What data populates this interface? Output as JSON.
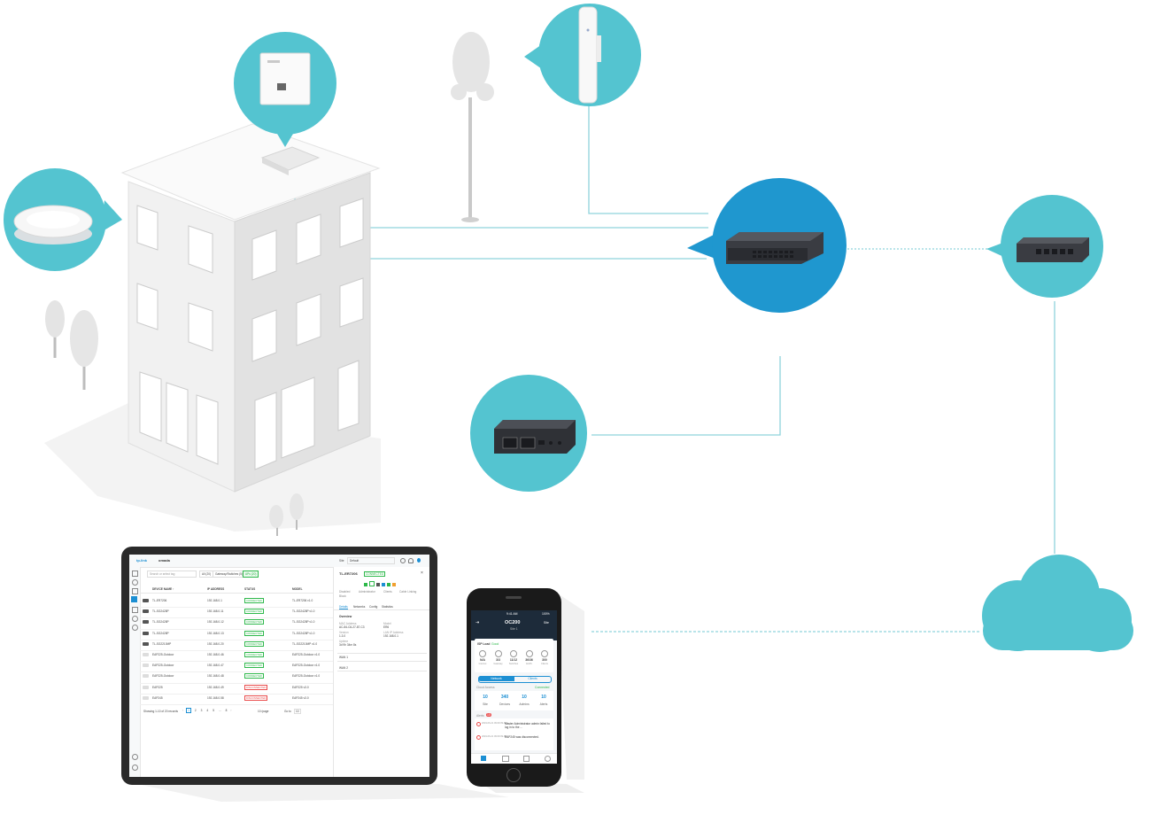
{
  "colors": {
    "bubble": "#54C4D0",
    "bubble_accent": "#1F97CF",
    "line": "#8FD3DC",
    "building": "#F2F2F2",
    "building_shade": "#DCDCDC",
    "device_dark": "#2C2E33",
    "tablet_frame": "#2A2A2A",
    "phone_frame": "#1A1A1A",
    "brand_blue": "#1C8FD3",
    "green": "#2EB84B"
  },
  "icons": {
    "ceiling_ap": "ceiling-access-point-icon",
    "wall_ap": "wall-plate-access-point-icon",
    "outdoor_ap": "outdoor-access-point-icon",
    "switch": "poe-switch-icon",
    "router": "gateway-router-icon",
    "controller": "cloud-controller-icon",
    "cloud": "cloud-icon"
  },
  "tablet": {
    "brand": "tp-link",
    "product": "omada",
    "search_placeholder": "Search or select tag",
    "filter_all": "All (20)",
    "filter_gateway": "Gateway/Switches (5)",
    "filter_aps": "APs (20)",
    "site_label": "Site",
    "site_value": "Default",
    "columns": [
      "DEVICE NAME ↑",
      "IP ADDRESS",
      "STATUS",
      "MODEL"
    ],
    "rows": [
      {
        "name": "TL-ER7206",
        "ip": "192.168.0.1",
        "status": "CONNECTED",
        "model": "TL-ER7206 v1.0"
      },
      {
        "name": "TL-SG2428P",
        "ip": "192.168.0.11",
        "status": "CONNECTED",
        "model": "TL-SG2428P v1.0"
      },
      {
        "name": "TL-SG2428P",
        "ip": "192.168.0.12",
        "status": "CONNECTED",
        "model": "TL-SG2428P v1.0"
      },
      {
        "name": "TL-SG2428P",
        "ip": "192.168.0.13",
        "status": "CONNECTED",
        "model": "TL-SG2428P v1.0"
      },
      {
        "name": "TL-SG2210MP",
        "ip": "192.168.0.20",
        "status": "CONNECTED",
        "model": "TL-SG2210MP v1.0"
      },
      {
        "name": "EAP225-Outdoor",
        "ip": "192.168.0.46",
        "status": "CONNECTED",
        "model": "EAP225-Outdoor v1.0"
      },
      {
        "name": "EAP225-Outdoor",
        "ip": "192.168.0.47",
        "status": "CONNECTED",
        "model": "EAP225-Outdoor v1.0"
      },
      {
        "name": "EAP225-Outdoor",
        "ip": "192.168.0.48",
        "status": "CONNECTED",
        "model": "EAP225-Outdoor v1.0"
      },
      {
        "name": "EAP225",
        "ip": "192.168.0.49",
        "status": "DISCONNECTED",
        "model": "EAP225 v3.0"
      },
      {
        "name": "EAP245",
        "ip": "192.168.0.58",
        "status": "DISCONNECTED",
        "model": "EAP245 v3.0"
      }
    ],
    "footer": "Showing 1-10 of 20 records",
    "pages": [
      "1",
      "2",
      "3",
      "4",
      "5",
      "...",
      "8"
    ],
    "per_page": "10 /page",
    "goto": "Go to",
    "goto_value": "10",
    "detail": {
      "title": "TL-ER7206",
      "status": "CONNECTED",
      "legend": [
        "Disabled",
        "Administrator",
        "Clients",
        "Cable Linking"
      ],
      "legend_extra": "Block",
      "tabs": [
        "Details",
        "Networks",
        "Config",
        "Statistics"
      ],
      "section": "Overview",
      "fields": [
        {
          "k": "MAC Address",
          "v": "AC-84-C6-27-87-C3"
        },
        {
          "k": "Model",
          "v": "ER6"
        },
        {
          "k": "Version",
          "v": "1.3.0"
        },
        {
          "k": "LAN IP Address",
          "v": "192.168.0.1"
        },
        {
          "k": "Uptime",
          "v": "3d 9h 34m 8s"
        }
      ],
      "wan": [
        "WAN 1",
        "WAN 2"
      ]
    }
  },
  "phone": {
    "time": "9:41 AM",
    "battery": "100%",
    "title": "OC200",
    "subtitle": "Site 1",
    "site": "Site",
    "isp_label": "ISP Load",
    "isp_status": "Good",
    "stats": [
      {
        "value": "N/A",
        "label": "Internet"
      },
      {
        "value": "3/3",
        "label": "Gateway"
      },
      {
        "value": "11/12",
        "label": "Switches"
      },
      {
        "value": "36/36",
        "label": "EAPs"
      },
      {
        "value": "300",
        "label": "Clients"
      }
    ],
    "tab_network": "Network",
    "tab_clients": "Clients",
    "cloud_access": "Cloud Access",
    "connected": "Connected",
    "counts": [
      {
        "value": "10",
        "label": "Site"
      },
      {
        "value": "340",
        "label": "Devices"
      },
      {
        "value": "10",
        "label": "Admins"
      },
      {
        "value": "10",
        "label": "Alerts"
      }
    ],
    "alerts_label": "Alerts",
    "alerts_badge": "10",
    "alerts": [
      {
        "time": "2019-06-21 09:09:09 AM",
        "text": "Master Administrator admin failed to log in to the ..."
      },
      {
        "time": "2019-06-21 09:09:09 AM",
        "text": "EAP245 was disconnected."
      }
    ]
  }
}
